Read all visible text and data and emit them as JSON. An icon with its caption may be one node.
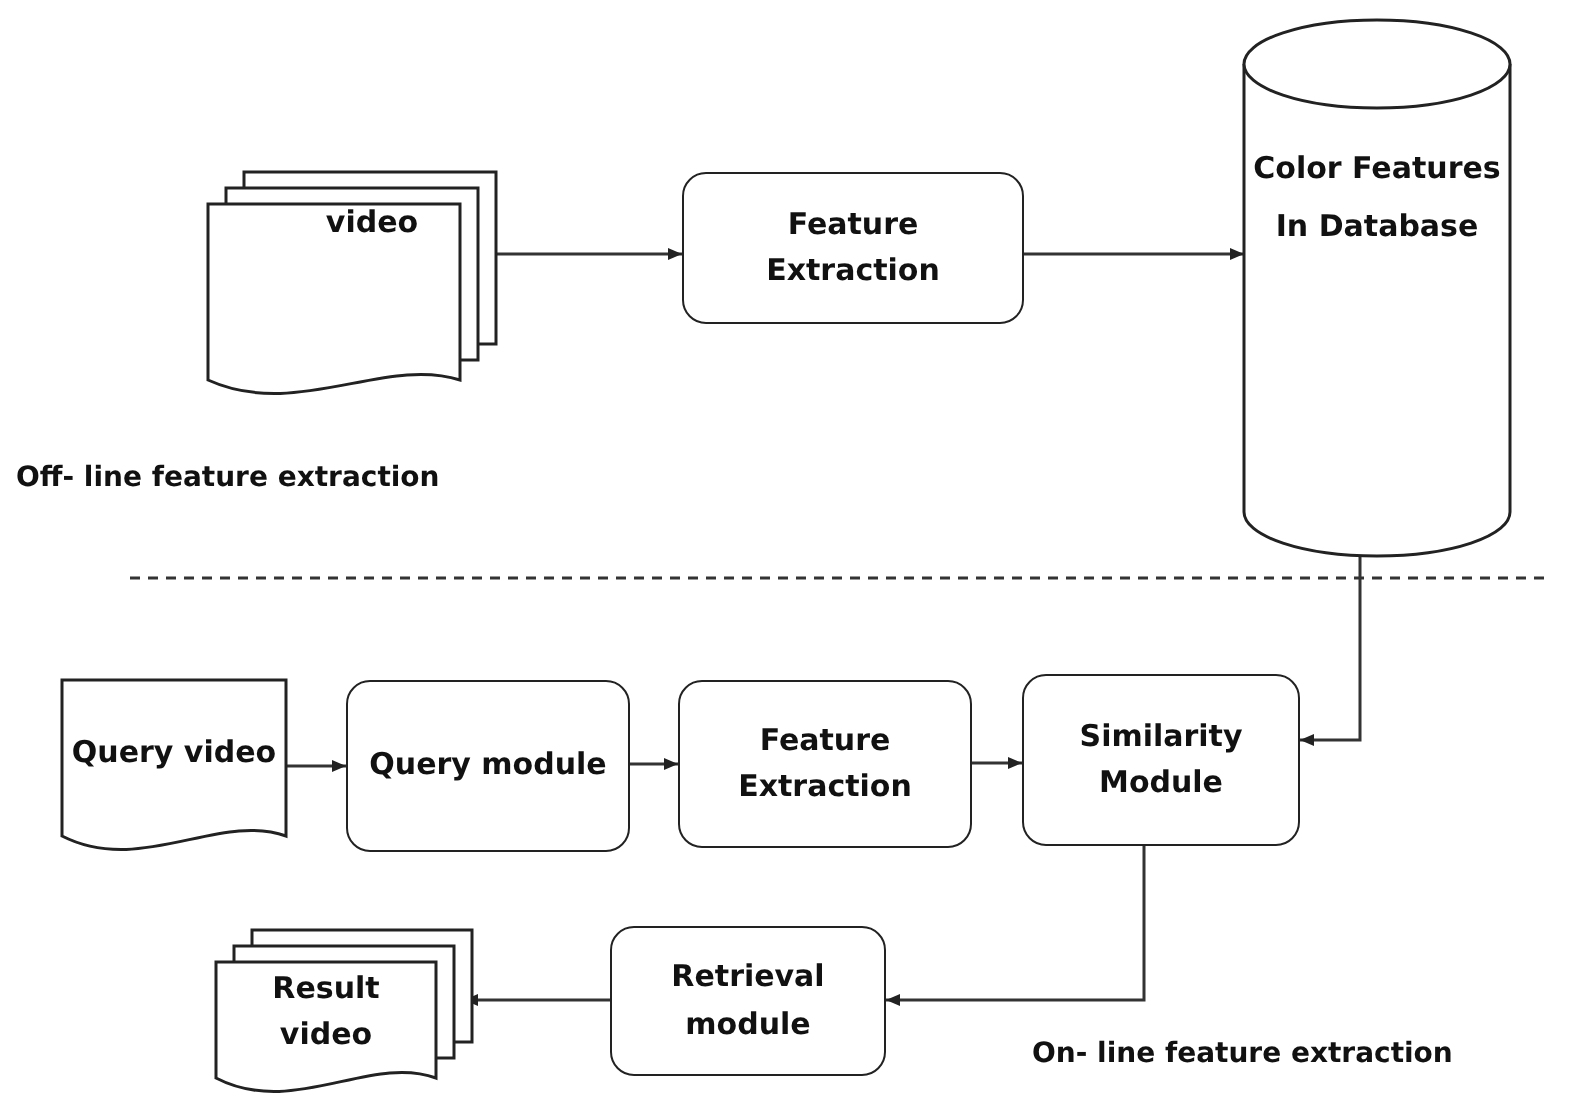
{
  "diagram": {
    "nodes": [
      {
        "text": [
          "video"
        ]
      },
      {
        "text": [
          "Feature Extraction"
        ]
      },
      {
        "text": [
          "Color Features In Database"
        ]
      },
      {
        "text": [
          "Query video"
        ]
      },
      {
        "text": [
          "Query module"
        ]
      },
      {
        "text": [
          "Feature Extraction"
        ]
      },
      {
        "text": [
          "Similarity Module"
        ]
      },
      {
        "text": [
          "Retrieval module"
        ]
      },
      {
        "text": [
          "Result video"
        ]
      }
    ],
    "edges": [
      {
        "from": 0,
        "to": 1,
        "arrow": "to"
      },
      {
        "from": 1,
        "to": 2,
        "arrow": "to"
      },
      {
        "from": 2,
        "to": 6,
        "arrow": "to"
      },
      {
        "from": 3,
        "to": 4,
        "arrow": "to"
      },
      {
        "from": 4,
        "to": 5,
        "arrow": "to"
      },
      {
        "from": 5,
        "to": 6,
        "arrow": "to"
      },
      {
        "from": 6,
        "to": 7,
        "arrow": "to"
      },
      {
        "from": 7,
        "to": 8,
        "arrow": "to"
      }
    ],
    "labels": [
      "Off- line feature extraction",
      "On- line feature extraction"
    ]
  }
}
